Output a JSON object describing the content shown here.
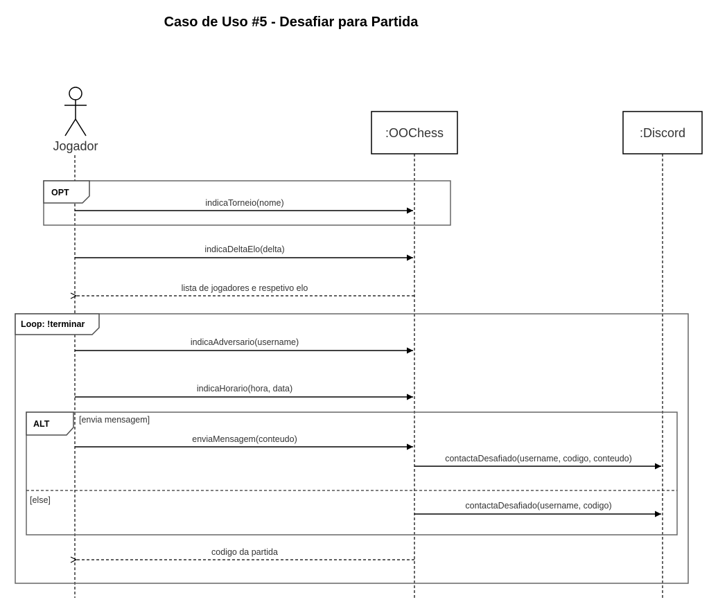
{
  "title": "Caso de Uso #5 - Desafiar para Partida",
  "participants": [
    {
      "label": "Jogador",
      "kind": "actor"
    },
    {
      "label": ":OOChess",
      "kind": "object"
    },
    {
      "label": ":Discord",
      "kind": "object"
    }
  ],
  "fragments": {
    "opt": {
      "operator": "OPT"
    },
    "loop": {
      "operator": "Loop: !terminar"
    },
    "alt": {
      "operator": "ALT",
      "guard_if": "[envia mensagem]",
      "guard_else": "[else]"
    }
  },
  "messages": [
    {
      "label": "indicaTorneio(nome)",
      "from": "Jogador",
      "to": ":OOChess",
      "style": "solid"
    },
    {
      "label": "indicaDeltaElo(delta)",
      "from": "Jogador",
      "to": ":OOChess",
      "style": "solid"
    },
    {
      "label": "lista de jogadores e respetivo elo",
      "from": ":OOChess",
      "to": "Jogador",
      "style": "dashed-return"
    },
    {
      "label": "indicaAdversario(username)",
      "from": "Jogador",
      "to": ":OOChess",
      "style": "solid"
    },
    {
      "label": "indicaHorario(hora, data)",
      "from": "Jogador",
      "to": ":OOChess",
      "style": "solid"
    },
    {
      "label": "enviaMensagem(conteudo)",
      "from": "Jogador",
      "to": ":OOChess",
      "style": "solid"
    },
    {
      "label": "contactaDesafiado(username, codigo, conteudo)",
      "from": ":OOChess",
      "to": ":Discord",
      "style": "solid"
    },
    {
      "label": "contactaDesafiado(username, codigo)",
      "from": ":OOChess",
      "to": ":Discord",
      "style": "solid"
    },
    {
      "label": "codigo da partida",
      "from": ":OOChess",
      "to": "Jogador",
      "style": "dashed-return"
    }
  ],
  "colors": {
    "background": "#ffffff",
    "line": "#000000",
    "fragment_border": "#666666",
    "text": "#333333"
  }
}
